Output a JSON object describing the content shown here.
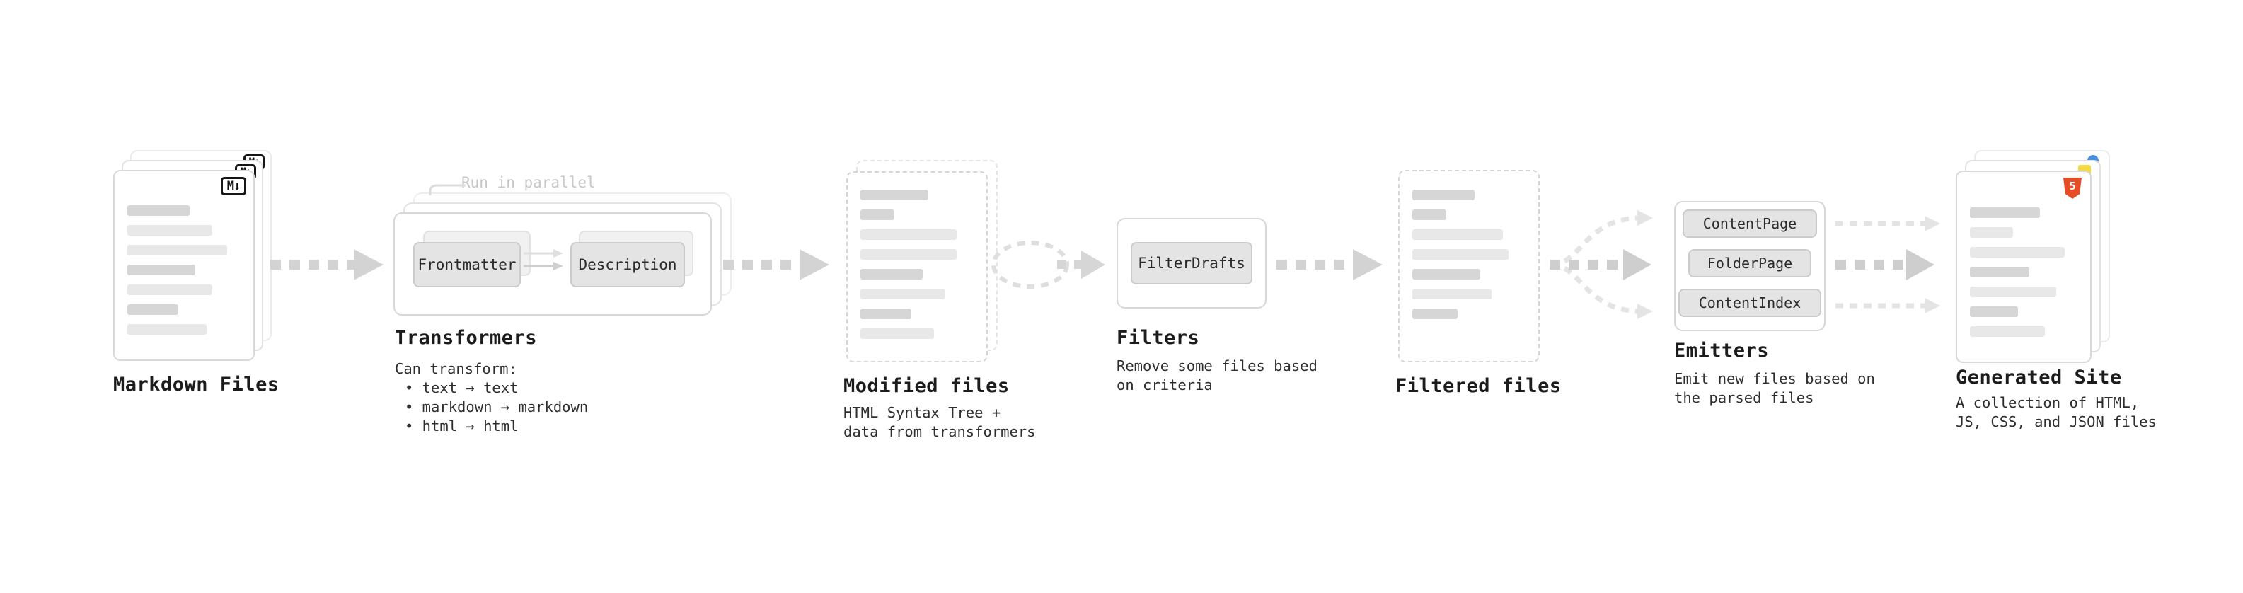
{
  "diagram": {
    "markdown_files": {
      "title": "Markdown Files",
      "badge": "M↓",
      "bars": [
        [
          55,
          "d"
        ],
        [
          75,
          "l"
        ],
        [
          88,
          "l"
        ],
        [
          60,
          "d"
        ],
        [
          75,
          "l"
        ],
        [
          45,
          "d"
        ],
        [
          70,
          "l"
        ]
      ]
    },
    "transformers": {
      "title": "Transformers",
      "note": "Run in parallel",
      "step1": "Frontmatter",
      "step2": "Description",
      "desc_heading": "Can transform:",
      "bullet1": "• text → text",
      "bullet2": "• markdown → markdown",
      "bullet3": "• html → html"
    },
    "modified_files": {
      "title": "Modified files",
      "subtitle1": "HTML Syntax Tree +",
      "subtitle2": "data from transformers",
      "bars": [
        [
          60,
          "d"
        ],
        [
          30,
          "d"
        ],
        [
          85,
          "l"
        ],
        [
          85,
          "l"
        ],
        [
          55,
          "d"
        ],
        [
          75,
          "l"
        ],
        [
          45,
          "d"
        ],
        [
          65,
          "l"
        ]
      ]
    },
    "filters": {
      "title": "Filters",
      "button": "FilterDrafts",
      "subtitle1": "Remove some files based",
      "subtitle2": "on criteria"
    },
    "filtered_files": {
      "title": "Filtered files",
      "bars": [
        [
          55,
          "d"
        ],
        [
          30,
          "d"
        ],
        [
          80,
          "l"
        ],
        [
          85,
          "l"
        ],
        [
          60,
          "d"
        ],
        [
          70,
          "l"
        ],
        [
          40,
          "d"
        ]
      ]
    },
    "emitters": {
      "title": "Emitters",
      "button1": "ContentPage",
      "button2": "FolderPage",
      "button3": "ContentIndex",
      "subtitle1": "Emit new files based on",
      "subtitle2": "the parsed files"
    },
    "generated_site": {
      "title": "Generated Site",
      "subtitle1": "A collection of HTML,",
      "subtitle2": "JS, CSS, and JSON files",
      "html5_badge": "5",
      "bars": [
        [
          65,
          "d"
        ],
        [
          40,
          "l"
        ],
        [
          88,
          "l"
        ],
        [
          55,
          "d"
        ],
        [
          80,
          "l"
        ],
        [
          45,
          "d"
        ],
        [
          70,
          "l"
        ]
      ]
    },
    "colors": {
      "html5_orange": "#e44d26",
      "js_yellow": "#f5d93f",
      "json_blue": "#4a8fe0",
      "arrow_gray": "#d3d3d3"
    }
  }
}
